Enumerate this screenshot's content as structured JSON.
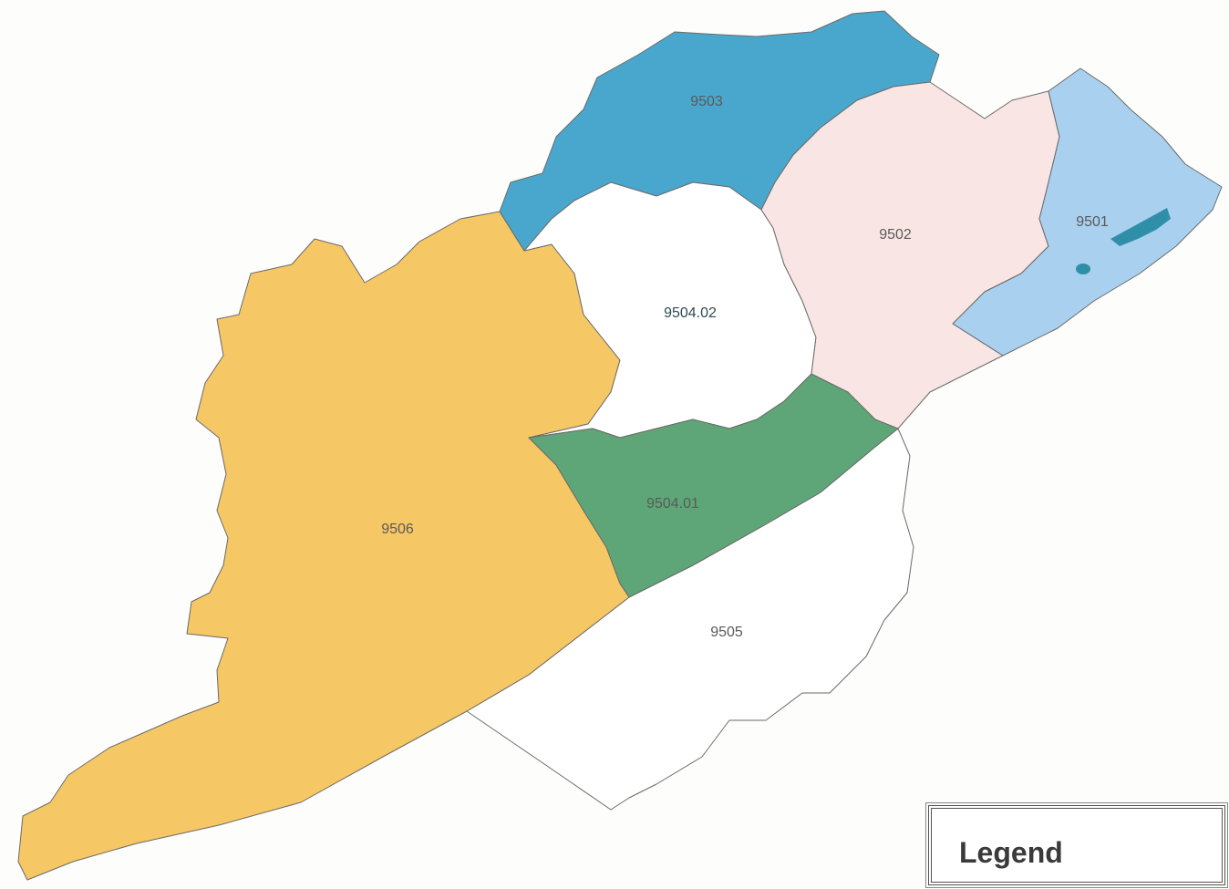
{
  "map": {
    "tracts": [
      {
        "id": "9501",
        "label": "9501",
        "fill": "#a9d0ee"
      },
      {
        "id": "9502",
        "label": "9502",
        "fill": "#f9e6e4"
      },
      {
        "id": "9503",
        "label": "9503",
        "fill": "#49a7cd"
      },
      {
        "id": "9504.02",
        "label": "9504.02",
        "fill": "#ffffff"
      },
      {
        "id": "9504.01",
        "label": "9504.01",
        "fill": "#5ea677"
      },
      {
        "id": "9505",
        "label": "9505",
        "fill": "#ffffff"
      },
      {
        "id": "9506",
        "label": "9506",
        "fill": "#f6c765"
      }
    ],
    "water_fill": "#2f8fa8"
  },
  "legend": {
    "title": "Legend"
  }
}
